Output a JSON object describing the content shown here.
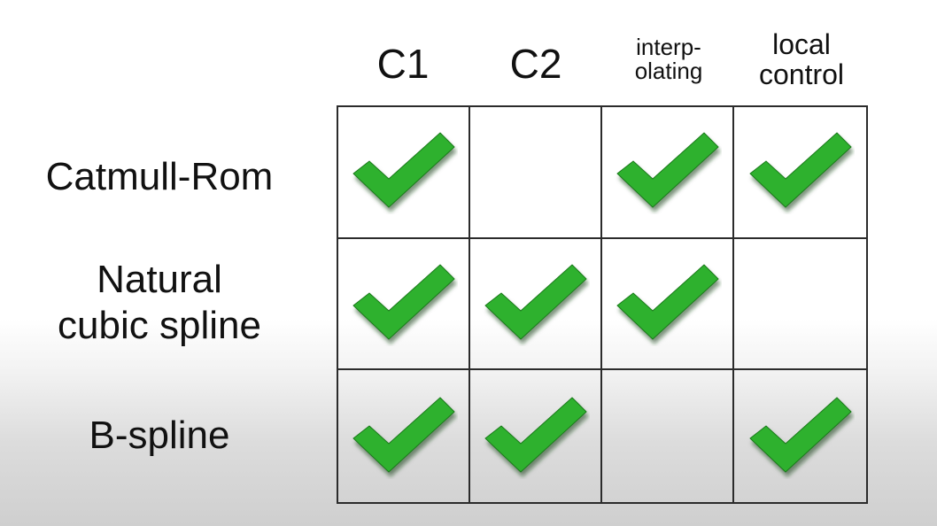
{
  "columns": [
    {
      "lines": [
        "C1"
      ]
    },
    {
      "lines": [
        "C2"
      ]
    },
    {
      "lines": [
        "interp-",
        "olating"
      ]
    },
    {
      "lines": [
        "local",
        "control"
      ]
    }
  ],
  "rows": [
    {
      "lines": [
        "Catmull-Rom"
      ],
      "checks": [
        true,
        false,
        true,
        true
      ]
    },
    {
      "lines": [
        "Natural",
        "cubic spline"
      ],
      "checks": [
        true,
        true,
        true,
        false
      ]
    },
    {
      "lines": [
        "B-spline"
      ],
      "checks": [
        true,
        true,
        false,
        true
      ]
    }
  ],
  "colors": {
    "check": "#2fb12f",
    "check_shadow": "#1a7a1a",
    "grid_line": "#2b2b2b",
    "text": "#111111"
  },
  "icons": {
    "check": "check-mark-icon"
  }
}
